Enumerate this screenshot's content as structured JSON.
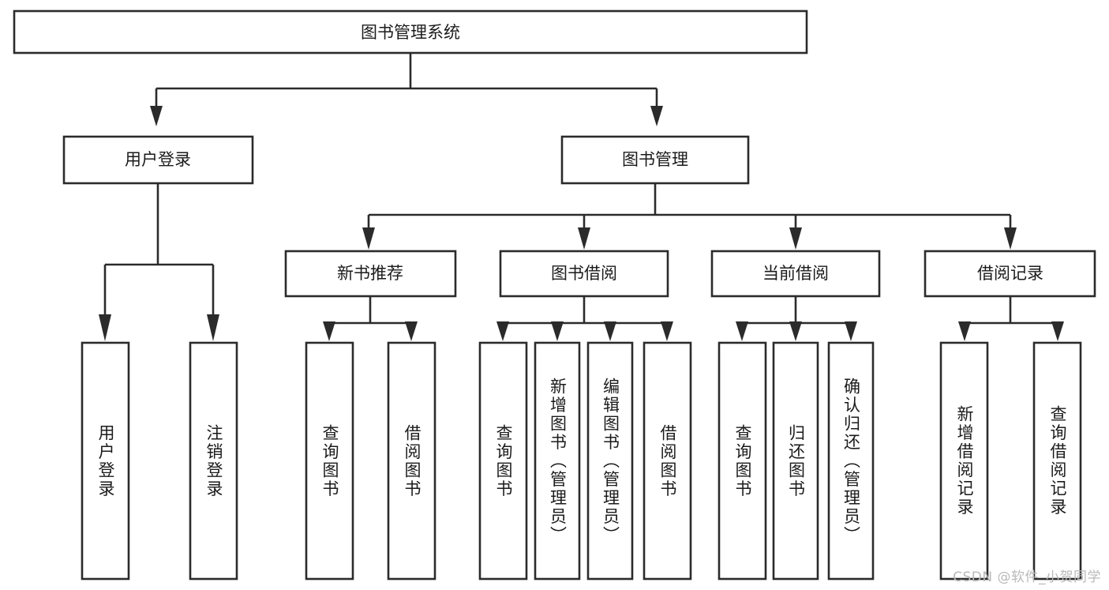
{
  "diagram": {
    "type": "tree",
    "title": "图书管理系统",
    "orientation": "top-down",
    "theme": {
      "background": "#ffffff",
      "box_fill": "#ffffff",
      "box_stroke": "#2b2b2b",
      "connector": "#2b2b2b",
      "text": "#1b1b1b",
      "watermark": "#b9b9b9"
    },
    "root": {
      "label": "图书管理系统",
      "level": 0
    },
    "level1": [
      {
        "label": "用户登录"
      },
      {
        "label": "图书管理"
      }
    ],
    "level2": [
      {
        "label": "新书推荐",
        "parent": "图书管理"
      },
      {
        "label": "图书借阅",
        "parent": "图书管理"
      },
      {
        "label": "当前借阅",
        "parent": "图书管理"
      },
      {
        "label": "借阅记录",
        "parent": "图书管理"
      }
    ],
    "leaves": {
      "user_login": [
        {
          "label": "用户登录"
        },
        {
          "label": "注销登录"
        }
      ],
      "new_book_recommend": [
        {
          "label": "查询图书"
        },
        {
          "label": "借阅图书"
        }
      ],
      "book_borrow": [
        {
          "label": "查询图书"
        },
        {
          "label": "新增图书（管理员）"
        },
        {
          "label": "编辑图书（管理员）"
        },
        {
          "label": "借阅图书"
        }
      ],
      "current_borrow": [
        {
          "label": "查询图书"
        },
        {
          "label": "归还图书"
        },
        {
          "label": "确认归还（管理员）"
        }
      ],
      "borrow_record": [
        {
          "label": "新增借阅记录"
        },
        {
          "label": "查询借阅记录"
        }
      ]
    }
  },
  "watermark": {
    "text": "CSDN @软件_小贺同学"
  }
}
